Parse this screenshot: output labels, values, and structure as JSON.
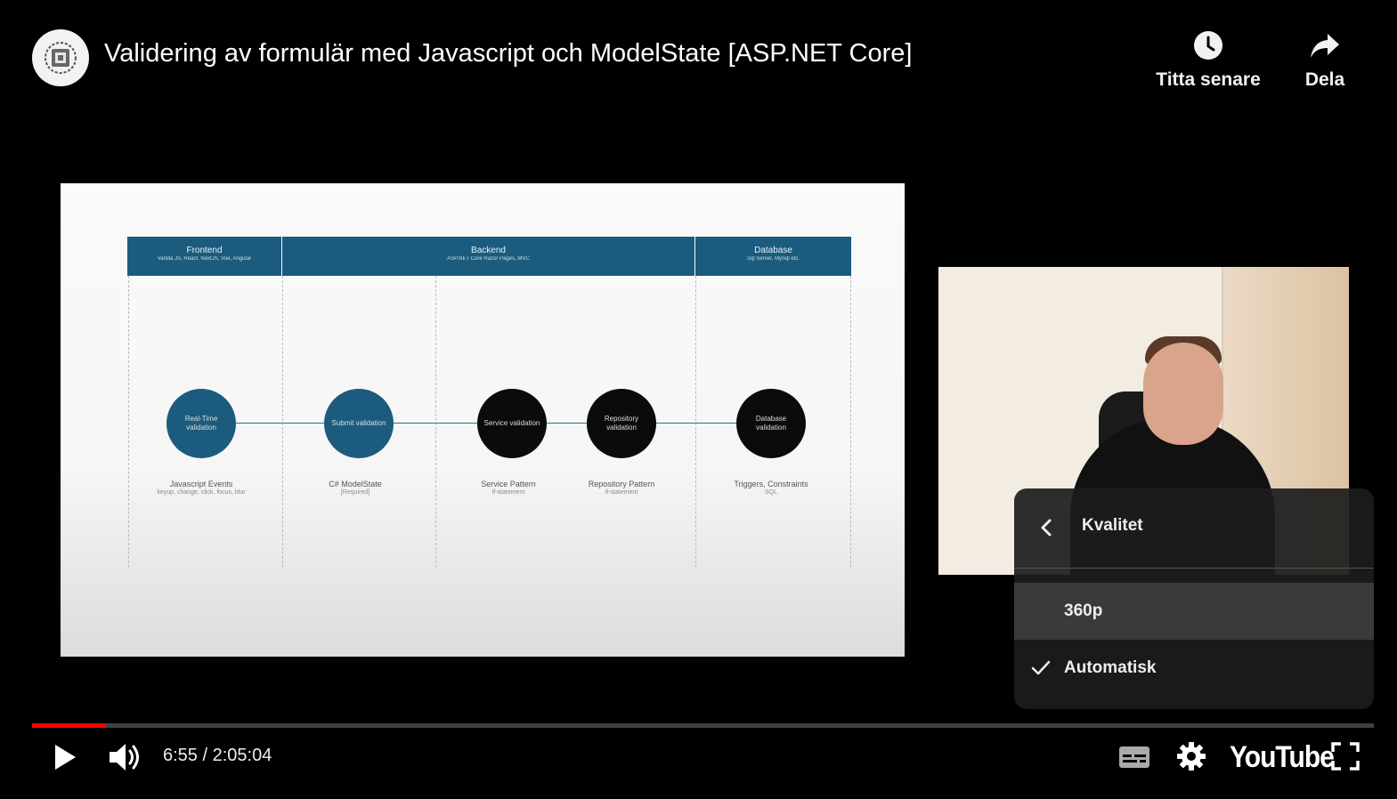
{
  "header": {
    "title": "Validering av formulär med Javascript och ModelState [ASP.NET Core]",
    "watch_later_label": "Titta senare",
    "share_label": "Dela"
  },
  "slide": {
    "columns": [
      {
        "title": "Frontend",
        "subtitle": "Vanilla JS, React, NextJS, Vue, Angular"
      },
      {
        "title": "Backend",
        "subtitle": "ASP.NET Core Razor Pages, MVC"
      },
      {
        "title": "Database",
        "subtitle": "Sql Server, MySql etc."
      }
    ],
    "nodes": [
      {
        "label": "Real-Time validation",
        "caption": "Javascript Events",
        "sub": "keyup, change, click, focus, blur",
        "style": "blue"
      },
      {
        "label": "Submit validation",
        "caption": "C# ModelState",
        "sub": "[Required]",
        "style": "blue"
      },
      {
        "label": "Service validation",
        "caption": "Service Pattern",
        "sub": "if-statement",
        "style": "black"
      },
      {
        "label": "Repository validation",
        "caption": "Repository Pattern",
        "sub": "if-statement",
        "style": "black"
      },
      {
        "label": "Database validation",
        "caption": "Triggers, Constraints",
        "sub": "SQL",
        "style": "black"
      }
    ]
  },
  "quality_menu": {
    "title": "Kvalitet",
    "options": [
      {
        "label": "360p",
        "selected": false,
        "highlighted": true
      },
      {
        "label": "Automatisk",
        "selected": true,
        "highlighted": false
      }
    ]
  },
  "player": {
    "time_display": "6:55 / 2:05:04",
    "progress_fraction": 0.0553,
    "brand": "YouTube",
    "accent_color": "#ff0000"
  }
}
